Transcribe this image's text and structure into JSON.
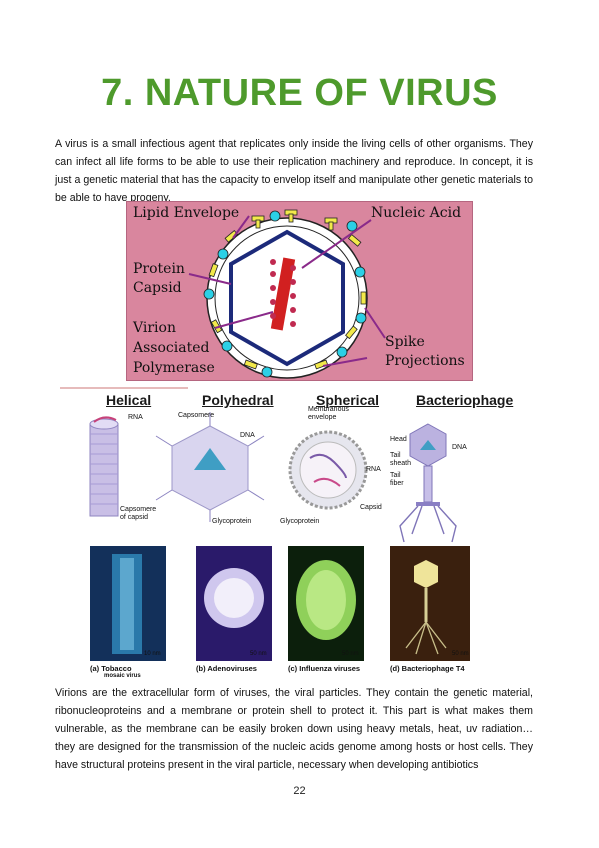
{
  "page": {
    "title": "7. NATURE OF VIRUS",
    "intro": "A virus is a small infectious agent that replicates only inside the living cells of other organisms. They can infect all life forms to be able to use their replication machinery and reproduce. In concept, it is just a genetic material that has the capacity to envelop itself and manipulate other genetic materials to be able to have progeny.",
    "body": "Virions are the extracellular form of viruses, the viral particles. They contain the genetic material, ribonucleoproteins and a membrane or protein shell to protect it. This part is what makes them vulnerable, as the membrane can be easily broken down using heavy metals, heat, uv radiation… they are designed for the transmission of the nucleic acids genome among hosts or host cells. They have structural proteins present in the viral particle, necessary when developing antibiotics",
    "page_number": "22"
  },
  "figure1": {
    "labels": {
      "lipid_envelope": "Lipid Envelope",
      "nucleic_acid": "Nucleic Acid",
      "protein_capsid_1": "Protein",
      "protein_capsid_2": "Capsid",
      "virion_1": "Virion",
      "virion_2": "Associated",
      "virion_3": "Polymerase",
      "spike_1": "Spike",
      "spike_2": "Projections"
    },
    "colors": {
      "background": "#d9869e",
      "capsid": "#1c2a7a",
      "nucleic": "#d12020",
      "spike": "#f2e94a",
      "spike_ball": "#2bd0e6",
      "pointer": "#8a2a8a"
    }
  },
  "figure2": {
    "headers": {
      "helical": "Helical",
      "polyhedral": "Polyhedral",
      "spherical": "Spherical",
      "bacteriophage": "Bacteriophage"
    },
    "labels": {
      "rna": "RNA",
      "capsomere_of_capsid_1": "Capsomere",
      "capsomere_of_capsid_2": "of capsid",
      "capsomere": "Capsomere",
      "dna": "DNA",
      "glycoprotein": "Glycoprotein",
      "membranous_envelope_1": "Membranous",
      "membranous_envelope_2": "envelope",
      "rna2": "RNA",
      "capsid": "Capsid",
      "glycoprotein2": "Glycoprotein",
      "head": "Head",
      "dna2": "DNA",
      "tail_sheath_1": "Tail",
      "tail_sheath_2": "sheath",
      "tail_fiber_1": "Tail",
      "tail_fiber_2": "fiber"
    },
    "scales": {
      "a": "10 nm",
      "b": "50 nm",
      "c": "50 nm",
      "d": "50 nm"
    },
    "captions": {
      "a1": "(a) Tobacco",
      "a2": "mosaic virus",
      "b": "(b) Adenoviruses",
      "c": "(c) Influenza viruses",
      "d": "(d) Bacteriophage T4"
    }
  }
}
